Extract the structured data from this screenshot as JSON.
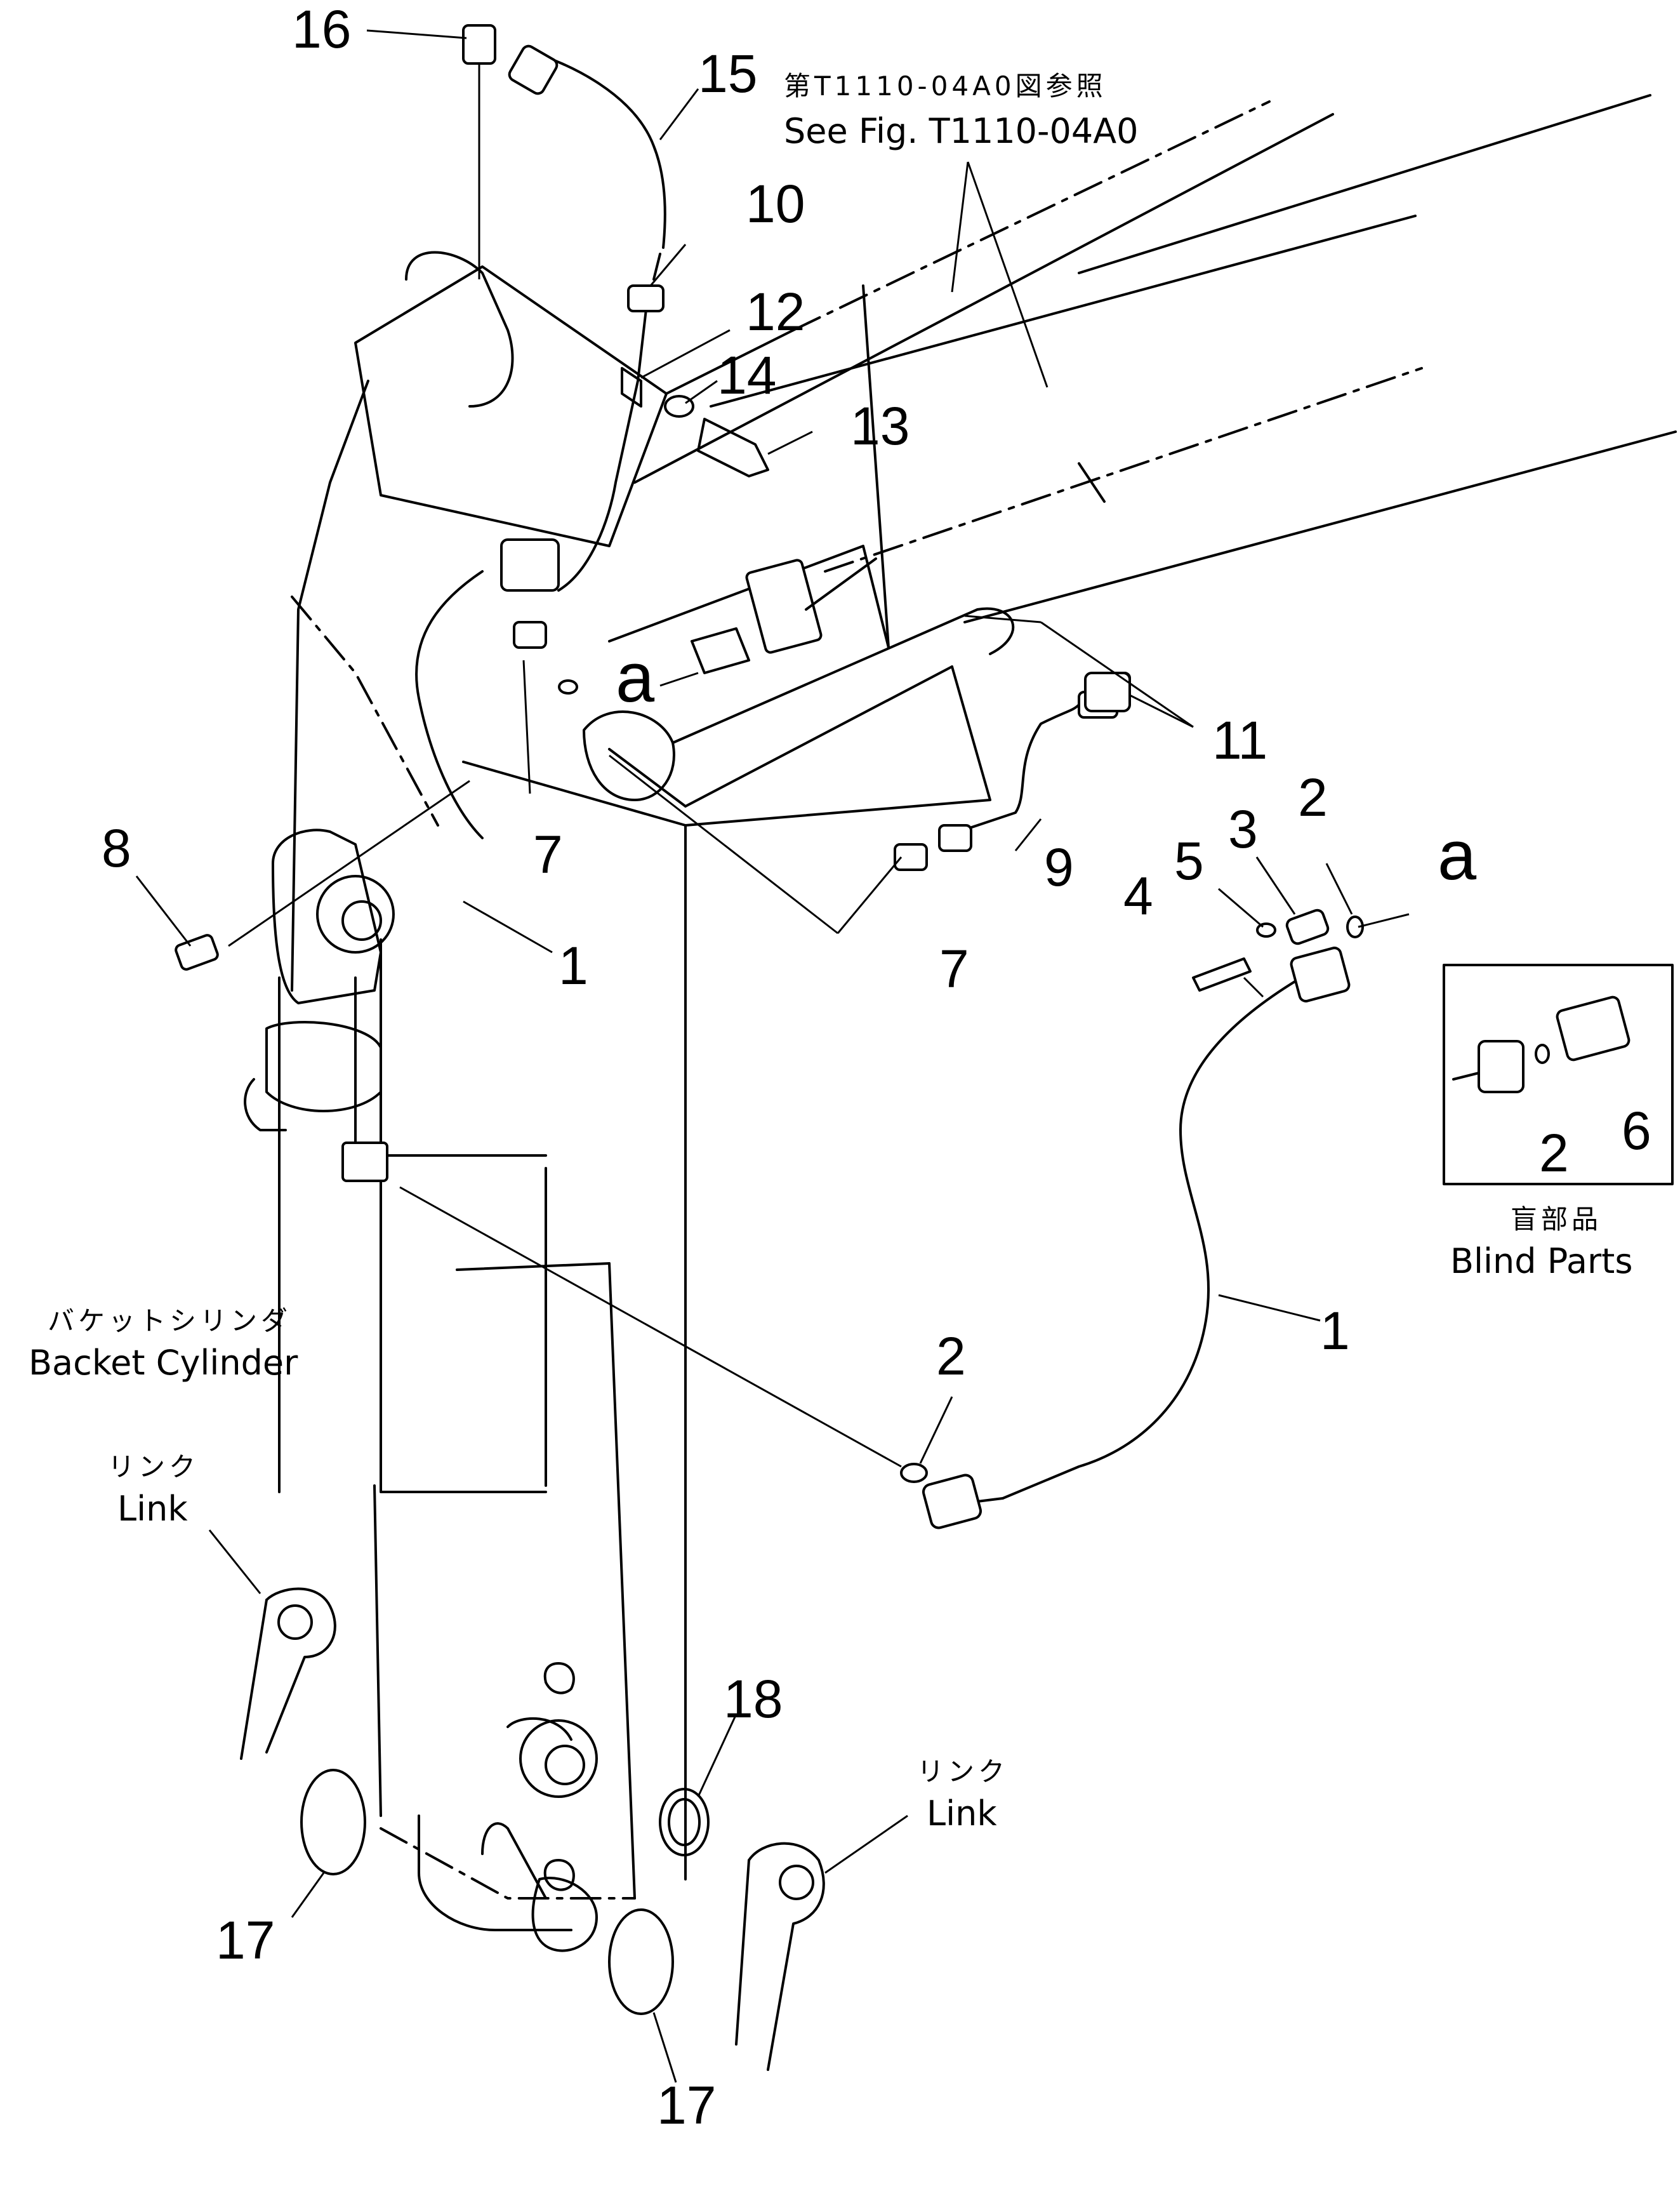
{
  "callouts": {
    "c1a": "1",
    "c1b": "1",
    "c2a": "2",
    "c2b": "2",
    "c2c": "2",
    "c3": "3",
    "c4": "4",
    "c5": "5",
    "c6": "6",
    "c7a": "7",
    "c7b": "7",
    "c8": "8",
    "c9": "9",
    "c10": "10",
    "c11": "11",
    "c12": "12",
    "c13": "13",
    "c14": "14",
    "c15": "15",
    "c16": "16",
    "c17a": "17",
    "c17b": "17",
    "c18": "18"
  },
  "refs": {
    "a_left": "a",
    "a_right": "a"
  },
  "labels": {
    "see_fig_jp": "第T1110-04A0図参照",
    "see_fig_en": "See Fig. T1110-04A0",
    "bucket_jp": "バケットシリンダ",
    "bucket_en": "Backet Cylinder",
    "link1_jp": "リンク",
    "link1_en": "Link",
    "link2_jp": "リンク",
    "link2_en": "Link",
    "blind_jp": "盲部品",
    "blind_en": "Blind Parts"
  }
}
